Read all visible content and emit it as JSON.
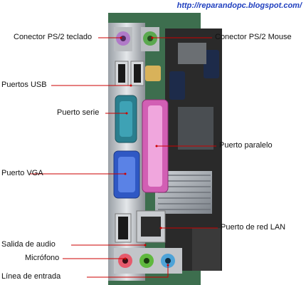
{
  "source_url": "http://reparandopc.blogspot.com/",
  "labels": {
    "ps2_keyboard": "Conector PS/2 teclado",
    "ps2_mouse": "Conector PS/2 Mouse",
    "usb": "Puertos USB",
    "serial": "Puerto serie",
    "parallel": "Puerto paralelo",
    "vga": "Puerto VGA",
    "lan": "Puerto de red LAN",
    "audio_out": "Salida de audio",
    "mic": "Micrófono",
    "line_in": "Línea de entrada"
  },
  "colors": {
    "leader_line": "#cc0000",
    "ps2_keyboard": "#b07ac8",
    "ps2_mouse": "#5aa84e",
    "parallel": "#d25fb4",
    "vga": "#2f58c4",
    "serial": "#2a7e8e",
    "board": "#3d6e4e",
    "audio_out": "#5fb83e",
    "mic": "#e65a6c",
    "line_in": "#4da3d8"
  }
}
